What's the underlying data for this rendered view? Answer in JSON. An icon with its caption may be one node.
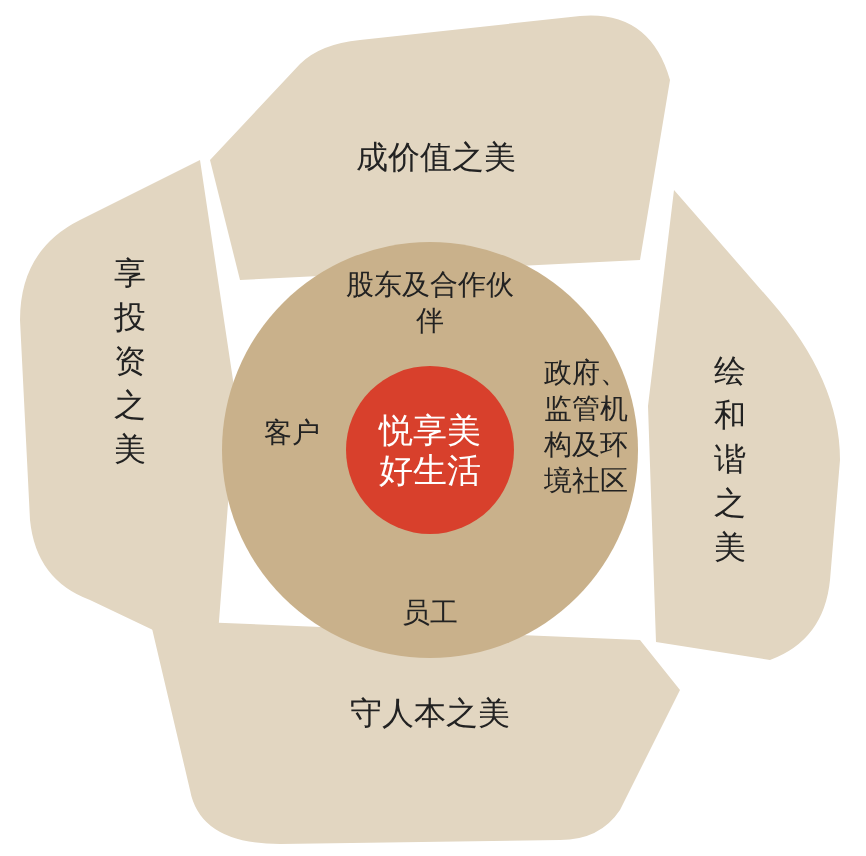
{
  "diagram": {
    "nodes": [
      {
        "text": [
          "成价值之美"
        ]
      },
      {
        "text": [
          "享投资之美"
        ]
      },
      {
        "text": [
          "股东及合作伙伴",
          "客户",
          "政府、监管机构及环境社区",
          "员工"
        ]
      },
      {
        "text": [
          "悦享美好生活"
        ],
        "in": 2
      },
      {
        "text": [
          "绘和谐之美"
        ]
      },
      {
        "text": [
          "守人本之美"
        ]
      }
    ]
  }
}
